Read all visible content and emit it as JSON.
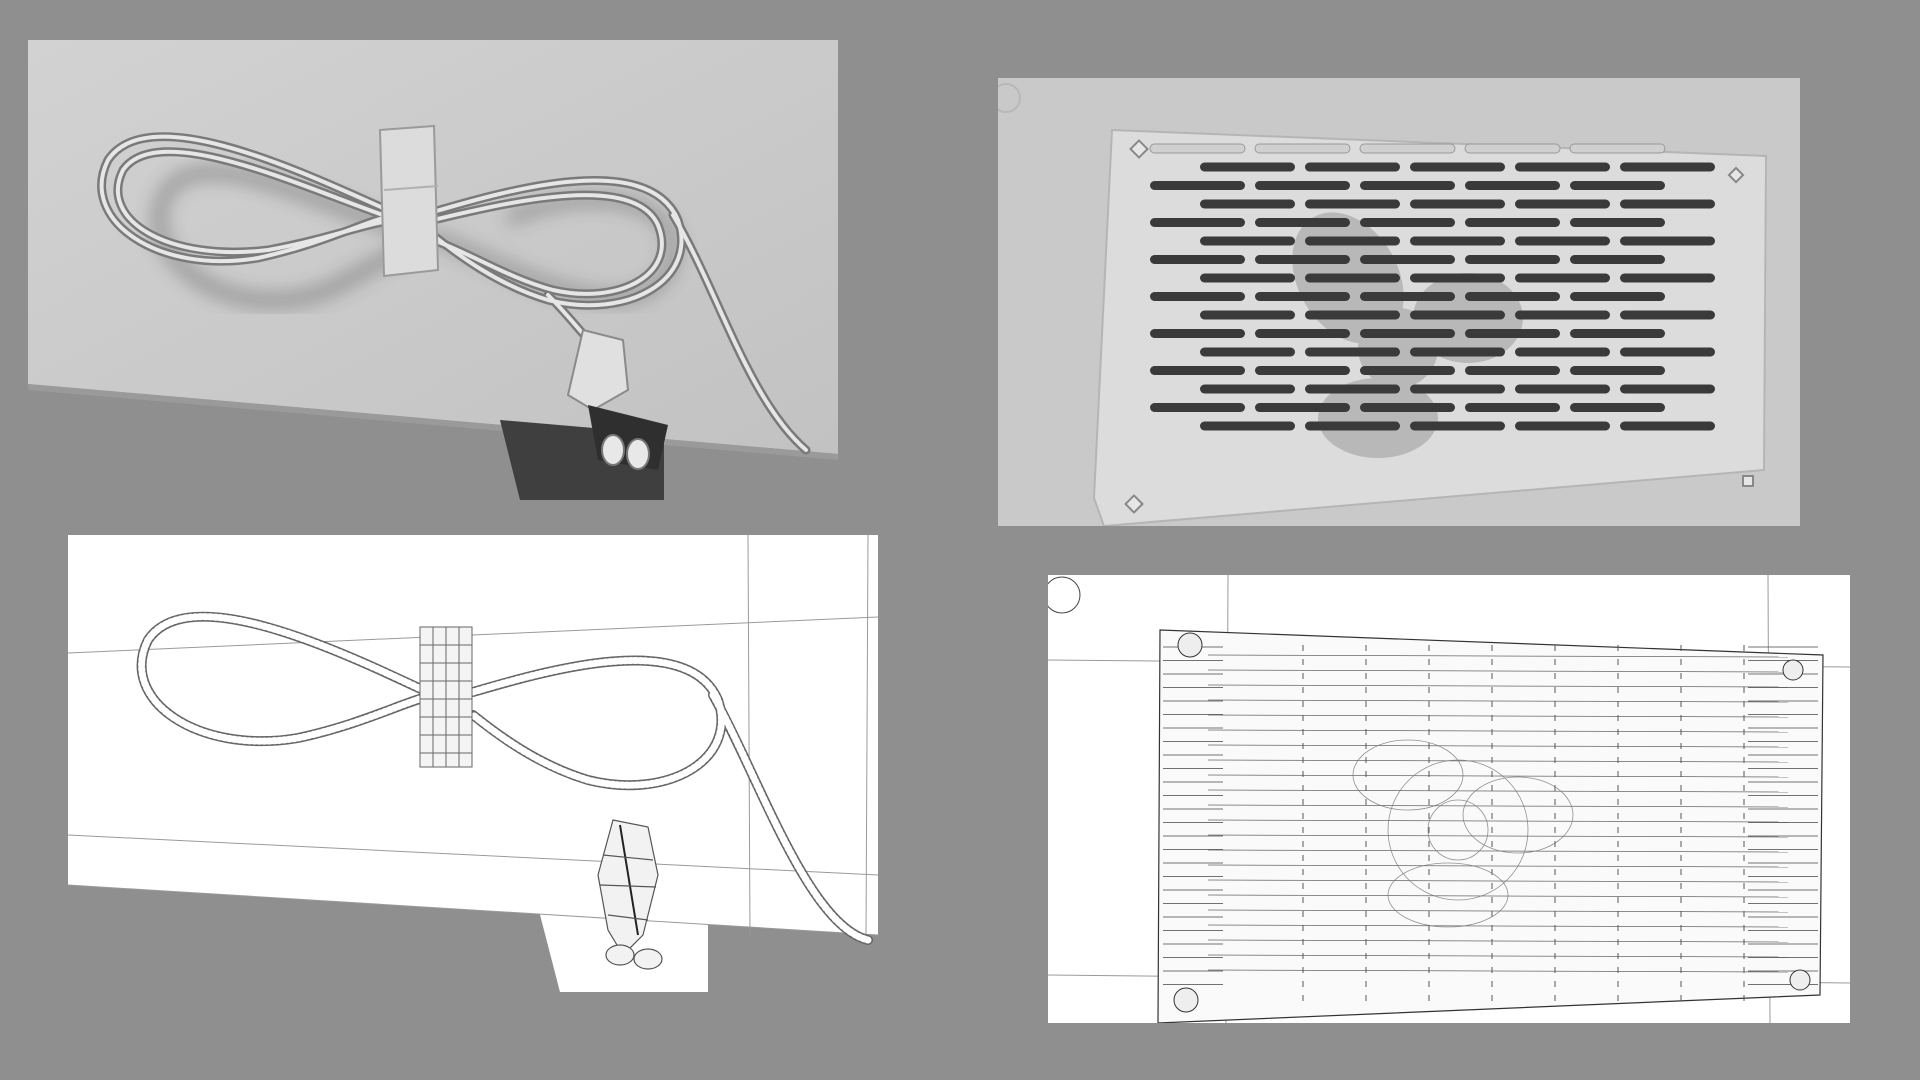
{
  "scene": {
    "background_color": "#8f8f8f",
    "render_color": "#cfcfcf",
    "wire_background_color": "#ffffff",
    "wire_line_color": "#555555"
  },
  "panels": [
    {
      "view": "shaded",
      "subject": "power-cord"
    },
    {
      "view": "shaded",
      "subject": "fan-vent-grille"
    },
    {
      "view": "wireframe",
      "subject": "power-cord"
    },
    {
      "view": "wireframe",
      "subject": "fan-vent-grille"
    }
  ]
}
